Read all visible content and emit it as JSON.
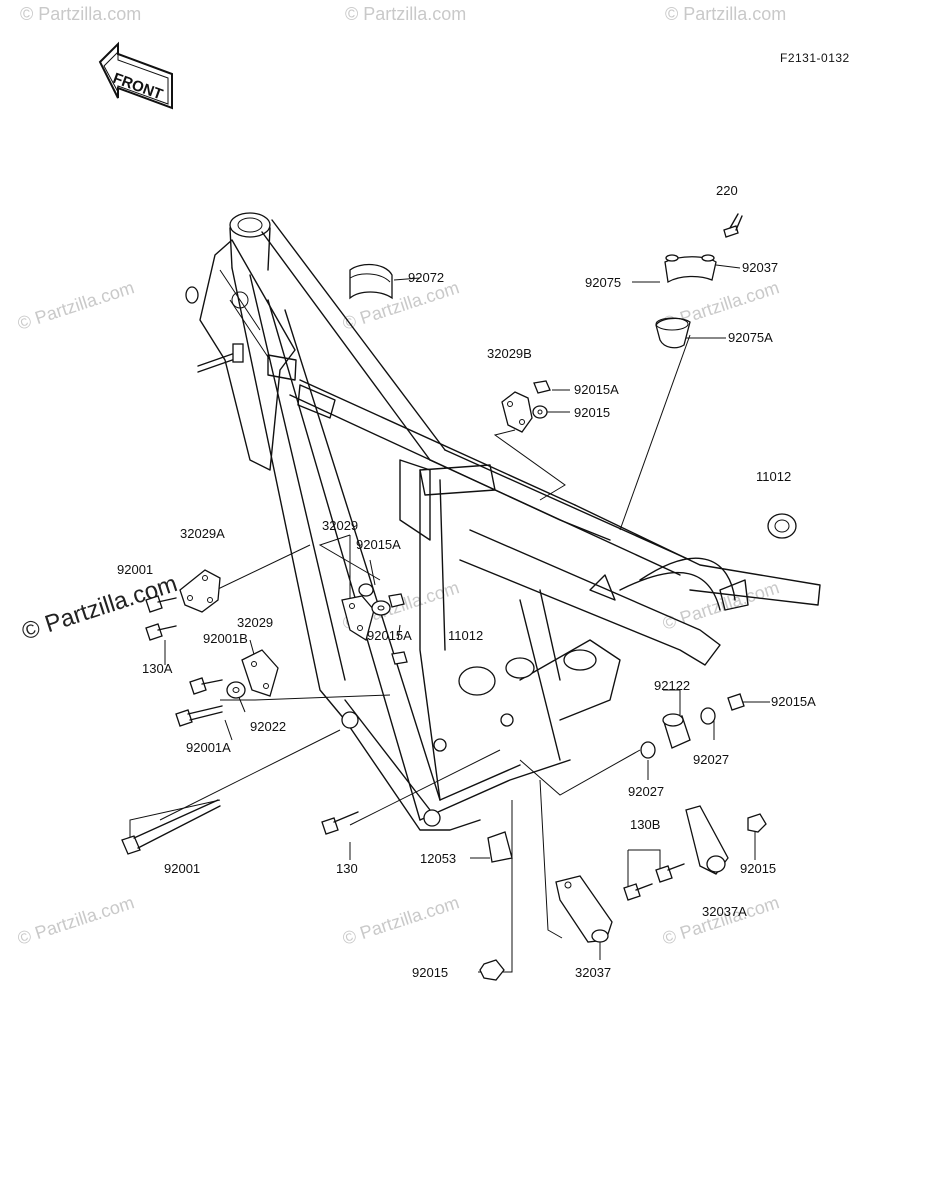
{
  "drawing_code": "F2131-0132",
  "front_arrow_label": "FRONT",
  "watermark_text": "© Partzilla.com",
  "watermark_featured": "© Partzilla.com",
  "callouts": {
    "c220": "220",
    "c92037": "92037",
    "c92075": "92075",
    "c92072": "92072",
    "c92075A": "92075A",
    "c32029B": "32029B",
    "c92015A_top": "92015A",
    "c92015_top": "92015",
    "c11012_right": "11012",
    "c32029A": "32029A",
    "c32029_mid": "32029",
    "c92015A_mid": "92015A",
    "c92001_left": "92001",
    "c130A": "130A",
    "c92015A_mid2": "92015A",
    "c11012_mid": "11012",
    "c92001B": "92001B",
    "c32029_low": "32029",
    "c92022": "92022",
    "c92001A": "92001A",
    "c92122": "92122",
    "c92015A_right": "92015A",
    "c92027_right": "92027",
    "c92027_low": "92027",
    "c92001_bottom": "92001",
    "c130": "130",
    "c130B": "130B",
    "c92015_right": "92015",
    "c12053": "12053",
    "c32037A": "32037A",
    "c92015_bottom": "92015",
    "c32037": "32037"
  },
  "colors": {
    "line": "#111111",
    "watermark": "#c9c9c9",
    "background": "#ffffff"
  }
}
